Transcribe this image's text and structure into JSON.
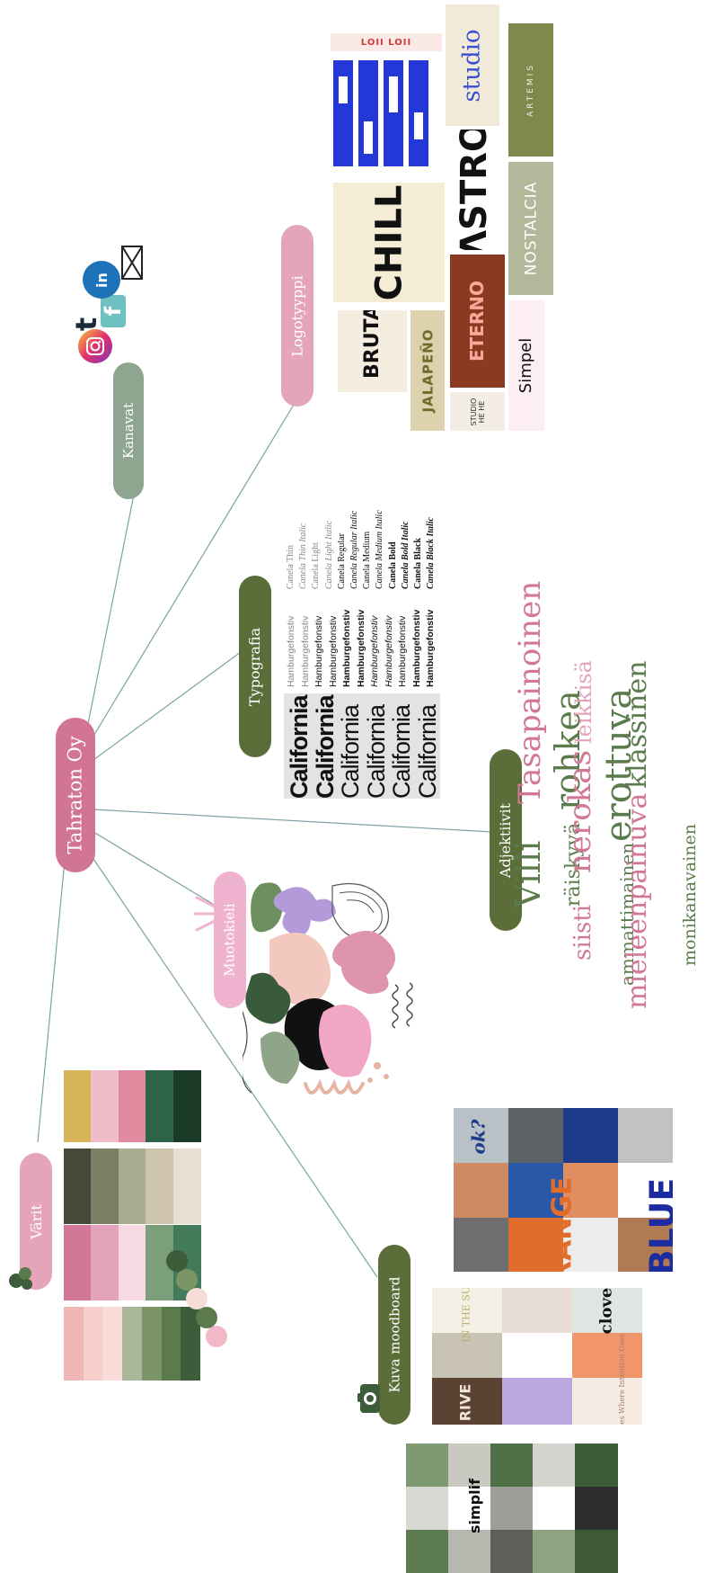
{
  "colors": {
    "center": "#d17495",
    "pink_node": "#e4a4b9",
    "muotokieli": "#f0b3cf",
    "sage": "#8ea58f",
    "olive": "#5b6e3a",
    "line": "#7aa1a5"
  },
  "center": {
    "label": "Tahraton Oy"
  },
  "nodes": {
    "varit": "Värit",
    "kanavat": "Kanavat",
    "logotyyppi": "Logotyyppi",
    "typografia": "Typografia",
    "adjektiivit": "Adjektiivit",
    "muotokieli": "Muotokieli",
    "kuva_moodboard": "Kuva moodboard"
  },
  "palettes": [
    [
      "#f1b7b7",
      "#f6cfcb",
      "#f8dcd8",
      "#a9b89b",
      "#7b9567",
      "#5b7b4c",
      "#3d5d3a"
    ],
    [
      "#d27896",
      "#e3a3ba",
      "#f7d9e1",
      "#7b9f7a",
      "#427a5a"
    ],
    [
      "#454a38",
      "#7a7f66",
      "#a7ad8e",
      "#cfc4ad",
      "#e8e1d3"
    ],
    [
      "#d4b456",
      "#eebdc9",
      "#e08b9f",
      "#2d6448",
      "#1b3b28"
    ]
  ],
  "dots": [
    "#f3b8c7",
    "#5b7b4c",
    "#f4ddd6",
    "#7b9567",
    "#3d5d3a"
  ],
  "typography": {
    "california": [
      "California",
      "California",
      "California",
      "California",
      "California",
      "California"
    ],
    "hamburg": [
      "Hamburgefonstiv",
      "Hamburgefonstiv",
      "Hamburgefonstiv",
      "Hamburgefonstiv",
      "Hamburgefonstiv",
      "Hamburgefonstiv",
      "Hamburgefonstiv",
      "Hamburgefonstiv",
      "Hamburgefonstiv",
      "Hamburgefonstiv",
      "Hamburgefonstiv"
    ],
    "canela": [
      "Canela Thin",
      "Canela Thin Italic",
      "Canela Light",
      "Canela Light Italic",
      "Canela Regular",
      "Canela Regular Italic",
      "Canela Medium",
      "Canela Medium Italic",
      "Canela Bold",
      "Canela Bold Italic",
      "Canela Black",
      "Canela Black Italic"
    ]
  },
  "adjectives": {
    "row1": [
      {
        "t": "Villi",
        "c": "#5b7b4c"
      },
      {
        "t": "Tasapainoinen",
        "c": "#d27896"
      }
    ],
    "row2": [
      {
        "t": "räiskyvä",
        "c": "#5b7b4c"
      },
      {
        "t": "rohkea",
        "c": "#5b7b4c"
      }
    ],
    "row3": [
      {
        "t": "siisti",
        "c": "#d27896"
      },
      {
        "t": "nerokas",
        "c": "#d27896"
      },
      {
        "t": "leikkisä",
        "c": "#e3a3ba"
      }
    ],
    "row4": [
      {
        "t": "ammattimainen",
        "c": "#5b7b4c"
      },
      {
        "t": "erottuva",
        "c": "#5b7b4c"
      }
    ],
    "row5": [
      {
        "t": "mieleenpainuva",
        "c": "#d27896"
      },
      {
        "t": "klassinen",
        "c": "#5b7b4c"
      }
    ],
    "row6": [
      {
        "t": "monikanavainen",
        "c": "#5b7b4c"
      }
    ]
  },
  "logos": {
    "loii": "LOII LOII",
    "studio": "studio",
    "artemis": "ARTEMIS",
    "astro": "ɅSTRO",
    "nostalcia": "NOSTALCIA",
    "chill": "CHILL",
    "brutal": "BRUTAL",
    "jalapeno": "JALAPEÑO",
    "eterno": "ETERNO",
    "simpel": "Simpel",
    "studio_he": "STUDIO HE HE"
  },
  "moodboard": {
    "top": [
      "ok?",
      "BLUE",
      "ORANGE"
    ],
    "mid": [
      "clove",
      "RIVE",
      "Energy Goes Where Intention Goes",
      "IN THE SUN"
    ],
    "bottom": [
      "simplif"
    ]
  },
  "channels": [
    "instagram-icon",
    "tumblr-icon",
    "facebook-icon",
    "linkedin-icon",
    "mail-icon"
  ]
}
